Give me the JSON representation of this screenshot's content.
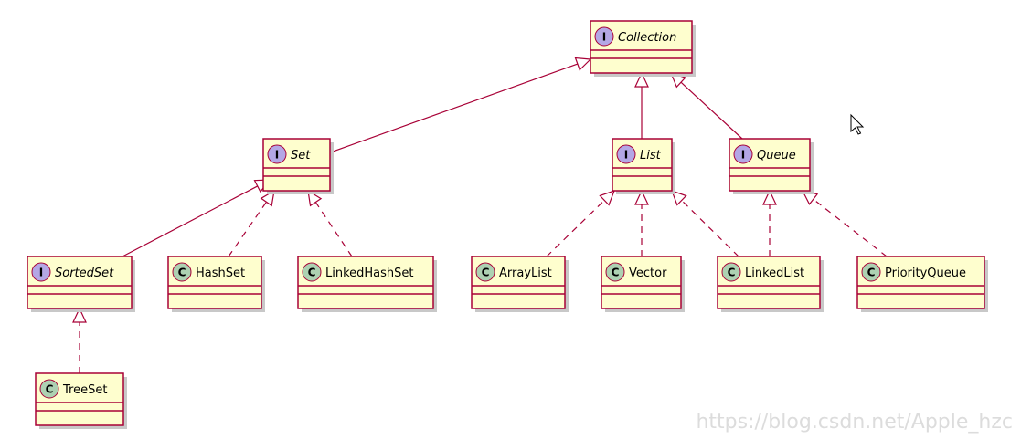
{
  "diagram": {
    "colors": {
      "box_fill": "#FEFECE",
      "border": "#A80036",
      "interface_badge": "#B4A7E5",
      "class_badge": "#ADD1B2",
      "shadow": "#c8c8c8"
    },
    "nodes": [
      {
        "id": "Collection",
        "kind": "interface",
        "badge": "I",
        "label": "Collection"
      },
      {
        "id": "Set",
        "kind": "interface",
        "badge": "I",
        "label": "Set"
      },
      {
        "id": "List",
        "kind": "interface",
        "badge": "I",
        "label": "List"
      },
      {
        "id": "Queue",
        "kind": "interface",
        "badge": "I",
        "label": "Queue"
      },
      {
        "id": "SortedSet",
        "kind": "interface",
        "badge": "I",
        "label": "SortedSet"
      },
      {
        "id": "HashSet",
        "kind": "class",
        "badge": "C",
        "label": "HashSet"
      },
      {
        "id": "LinkedHashSet",
        "kind": "class",
        "badge": "C",
        "label": "LinkedHashSet"
      },
      {
        "id": "ArrayList",
        "kind": "class",
        "badge": "C",
        "label": "ArrayList"
      },
      {
        "id": "Vector",
        "kind": "class",
        "badge": "C",
        "label": "Vector"
      },
      {
        "id": "LinkedList",
        "kind": "class",
        "badge": "C",
        "label": "LinkedList"
      },
      {
        "id": "PriorityQueue",
        "kind": "class",
        "badge": "C",
        "label": "PriorityQueue"
      },
      {
        "id": "TreeSet",
        "kind": "class",
        "badge": "C",
        "label": "TreeSet"
      }
    ],
    "edges": [
      {
        "from": "Set",
        "to": "Collection",
        "type": "extends"
      },
      {
        "from": "List",
        "to": "Collection",
        "type": "extends"
      },
      {
        "from": "Queue",
        "to": "Collection",
        "type": "extends"
      },
      {
        "from": "SortedSet",
        "to": "Set",
        "type": "extends"
      },
      {
        "from": "HashSet",
        "to": "Set",
        "type": "implements"
      },
      {
        "from": "LinkedHashSet",
        "to": "Set",
        "type": "implements"
      },
      {
        "from": "ArrayList",
        "to": "List",
        "type": "implements"
      },
      {
        "from": "Vector",
        "to": "List",
        "type": "implements"
      },
      {
        "from": "LinkedList",
        "to": "List",
        "type": "implements"
      },
      {
        "from": "LinkedList",
        "to": "Queue",
        "type": "implements"
      },
      {
        "from": "PriorityQueue",
        "to": "Queue",
        "type": "implements"
      },
      {
        "from": "TreeSet",
        "to": "SortedSet",
        "type": "implements"
      }
    ]
  },
  "watermark": {
    "text": "https://blog.csdn.net/Apple_hzc"
  },
  "cursor": {
    "icon": "mouse-pointer-icon"
  }
}
